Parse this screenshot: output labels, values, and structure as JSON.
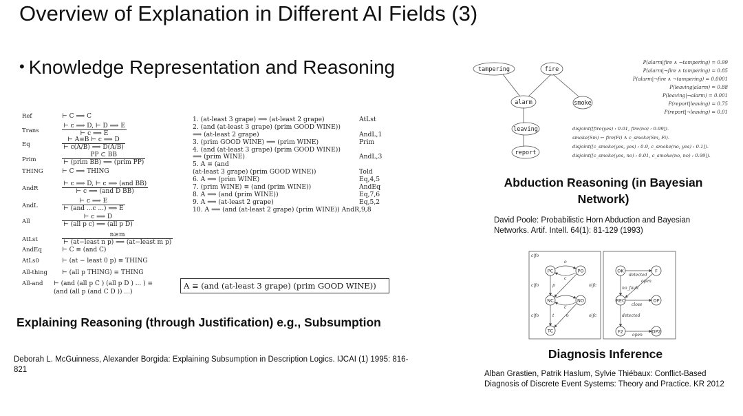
{
  "title": "Overview of Explanation in Different AI Fields (3)",
  "bullet": "Knowledge Representation and Reasoning",
  "rules": [
    {
      "name": "Ref",
      "num": "",
      "den": "⊢ C ⟹ C"
    },
    {
      "name": "Trans",
      "num": "⊢ c ⟹ D,  ⊢ D ⟹ E",
      "den": "⊢ c ⟹ E"
    },
    {
      "name": "Eq",
      "num": "⊢ A≡B     ⊢ c ⟹ D",
      "den": "⊢ c(A/B) ⟹ D(A/B)"
    },
    {
      "name": "Prim",
      "num": "PP ⊂ BB",
      "den": "⊢ (prim BB) ⟹ (prim PP)"
    },
    {
      "name": "THING",
      "num": "",
      "den": "⊢ C ⟹ THING"
    },
    {
      "name": "AndR",
      "num": "⊢ c ⟹ D,  ⊢ c ⟹ (and BB)",
      "den": "⊢ c ⟹ (and D BB)"
    },
    {
      "name": "AndL",
      "num": "⊢ c ⟹ E",
      "den": "⊢ (and ...c ...) ⟹ E"
    },
    {
      "name": "All",
      "num": "⊢ c ⟹ D",
      "den": "⊢ (all p c) ⟹ (all p D)"
    },
    {
      "name": "AtLst",
      "num": "n≥m",
      "den": "⊢ (at−least n p) ⟹ (at−least m p)"
    },
    {
      "name": "AndEq",
      "num": "",
      "den": "⊢ C ≡ (and  C)"
    },
    {
      "name": "AtLs0",
      "num": "",
      "den": "⊢ (at − least 0 p) ≡ THING"
    },
    {
      "name": "All-thing",
      "num": "",
      "den": "⊢ (all p THING) ≡ THING"
    },
    {
      "name": "All-and",
      "num": "",
      "den": "⊢ (and (all p  C ) (all p  D ) ... ) ≡"
    },
    {
      "name": "",
      "num": "",
      "den": "(and (all p (and C D )) ...)"
    }
  ],
  "steps": [
    {
      "text": "1. (at-least 3 grape) ⟹ (at-least 2 grape)",
      "just": "AtLst"
    },
    {
      "text": "2. (and (at-least 3 grape) (prim GOOD WINE))",
      "just": ""
    },
    {
      "text": "      ⟹ (at-least 2 grape)",
      "just": "AndL,1"
    },
    {
      "text": "3. (prim GOOD WINE) ⟹ (prim WINE)",
      "just": "Prim"
    },
    {
      "text": "4. (and (at-least 3 grape) (prim GOOD WINE))",
      "just": ""
    },
    {
      "text": "      ⟹ (prim WINE)",
      "just": "AndL,3"
    },
    {
      "text": "5. A ≡ (and",
      "just": ""
    },
    {
      "text": "   (at-least 3 grape) (prim GOOD WINE))",
      "just": "Told"
    },
    {
      "text": "6. A ⟹ (prim WINE)",
      "just": "Eq,4,5"
    },
    {
      "text": "7. (prim WINE) ≡ (and (prim WINE))",
      "just": "AndEq"
    },
    {
      "text": "8. A ⟹ (and (prim WINE))",
      "just": "Eq,7,6"
    },
    {
      "text": "9. A ⟹ (at-least 2 grape)",
      "just": "Eq,5,2"
    },
    {
      "text": "10. A ⟹ (and (at-least 2 grape) (prim WINE))  AndR,9,8",
      "just": ""
    }
  ],
  "boxed": "A ≡ (and (at-least 3 grape) (prim GOOD WINE))",
  "caption_left": "Explaining Reasoning (through Justification) e.g., Subsumption",
  "cite_left": "Deborah L. McGuinness, Alexander Borgida: Explaining Subsumption in Description Logics. IJCAI (1) 1995: 816-821",
  "bayes": {
    "nodes": [
      "tampering",
      "fire",
      "alarm",
      "smoke",
      "leaving",
      "report"
    ],
    "probs": [
      "P(alarm|fire ∧ ¬tampering)  =  0.99",
      "P(alarm|¬fire ∧ tampering)  =  0.85",
      "P(alarm|¬fire ∧ ¬tampering)  =  0.0001",
      "P(leaving|alarm)  =  0.88",
      "P(leaving|¬alarm)  =  0.001",
      "P(report|leaving)  =  0.75",
      "P(report|¬leaving)  =  0.01"
    ],
    "disjoint": [
      "disjoint([fire(yes) : 0.01, fire(no) : 0.99]).",
      "smoke(Sm) ← fire(Fi) ∧ c_smoke(Sm, Fi).",
      "disjoint([c_smoke(yes, yes) : 0.9, c_smoke(no, yes) : 0.1]).",
      "disjoint([c_smoke(yes, no) : 0.01, c_smoke(no, no) : 0.99])."
    ]
  },
  "caption_abd": "Abduction Reasoning (in Bayesian Network)",
  "cite_abd": "David Poole: Probabilistic Horn Abduction and Bayesian Networks. Artif. Intell. 64(1): 81-129 (1993)",
  "diag": {
    "left_nodes": [
      "PC",
      "PO",
      "NC",
      "NO",
      "TC"
    ],
    "left_labels": [
      "c|fo",
      "c|fo",
      "c|fo",
      "o|fc",
      "o|fc",
      "o",
      "c",
      "p",
      "c",
      "t",
      "o"
    ],
    "right_nodes": [
      "OK",
      "F",
      "REC",
      "OP",
      "F2",
      "OP2"
    ],
    "right_labels": [
      "detected",
      "open",
      "no_fault",
      "close",
      "detected",
      "open"
    ]
  },
  "caption_diag": "Diagnosis Inference",
  "cite_diag": "Alban Grastien, Patrik Haslum, Sylvie Thiébaux: Conflict-Based Diagnosis of Discrete Event Systems: Theory and Practice. KR 2012"
}
